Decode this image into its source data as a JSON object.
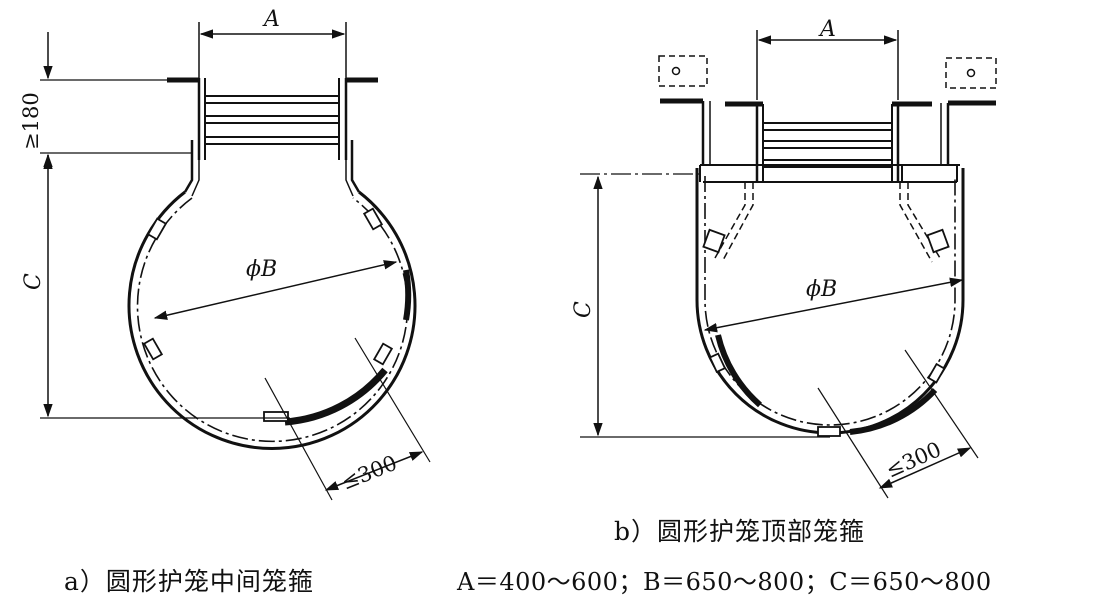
{
  "diagram_a": {
    "caption": "a）圆形护笼中间笼箍",
    "dim_width": "A",
    "dim_diameter": "ϕB",
    "dim_height": "C",
    "dim_top": "≥180",
    "dim_arc": "≤300"
  },
  "diagram_b": {
    "caption": "b）圆形护笼顶部笼箍",
    "dim_width": "A",
    "dim_diameter": "ϕB",
    "dim_height": "C",
    "dim_arc": "≤300"
  },
  "formula": "A＝400～600；B＝650～800；C＝650～800"
}
